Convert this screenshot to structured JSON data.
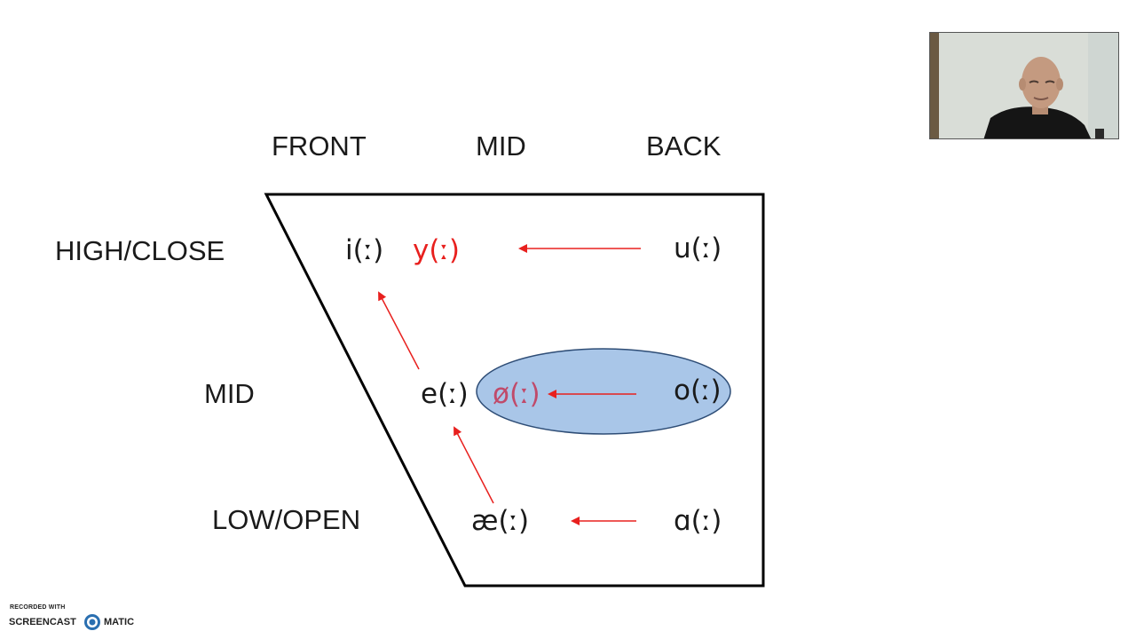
{
  "columns": {
    "front": "FRONT",
    "mid": "MID",
    "back": "BACK"
  },
  "rows": {
    "high": "HIGH/CLOSE",
    "mid": "MID",
    "low": "LOW/OPEN"
  },
  "vowels": {
    "i": "i(ː)",
    "y": "y(ː)",
    "u": "u(ː)",
    "e": "e(ː)",
    "oe": "ø(ː)",
    "o": "o(ː)",
    "ae": "æ(ː)",
    "a": "ɑ(ː)"
  },
  "watermark": {
    "recorded": "RECORDED WITH",
    "left": "SCREENCAST",
    "right": "MATIC"
  },
  "colors": {
    "shift_red": "#e8201e",
    "highlight_fill": "#a9c6e8",
    "highlight_stroke": "#2e4d76",
    "outline": "#000000"
  }
}
